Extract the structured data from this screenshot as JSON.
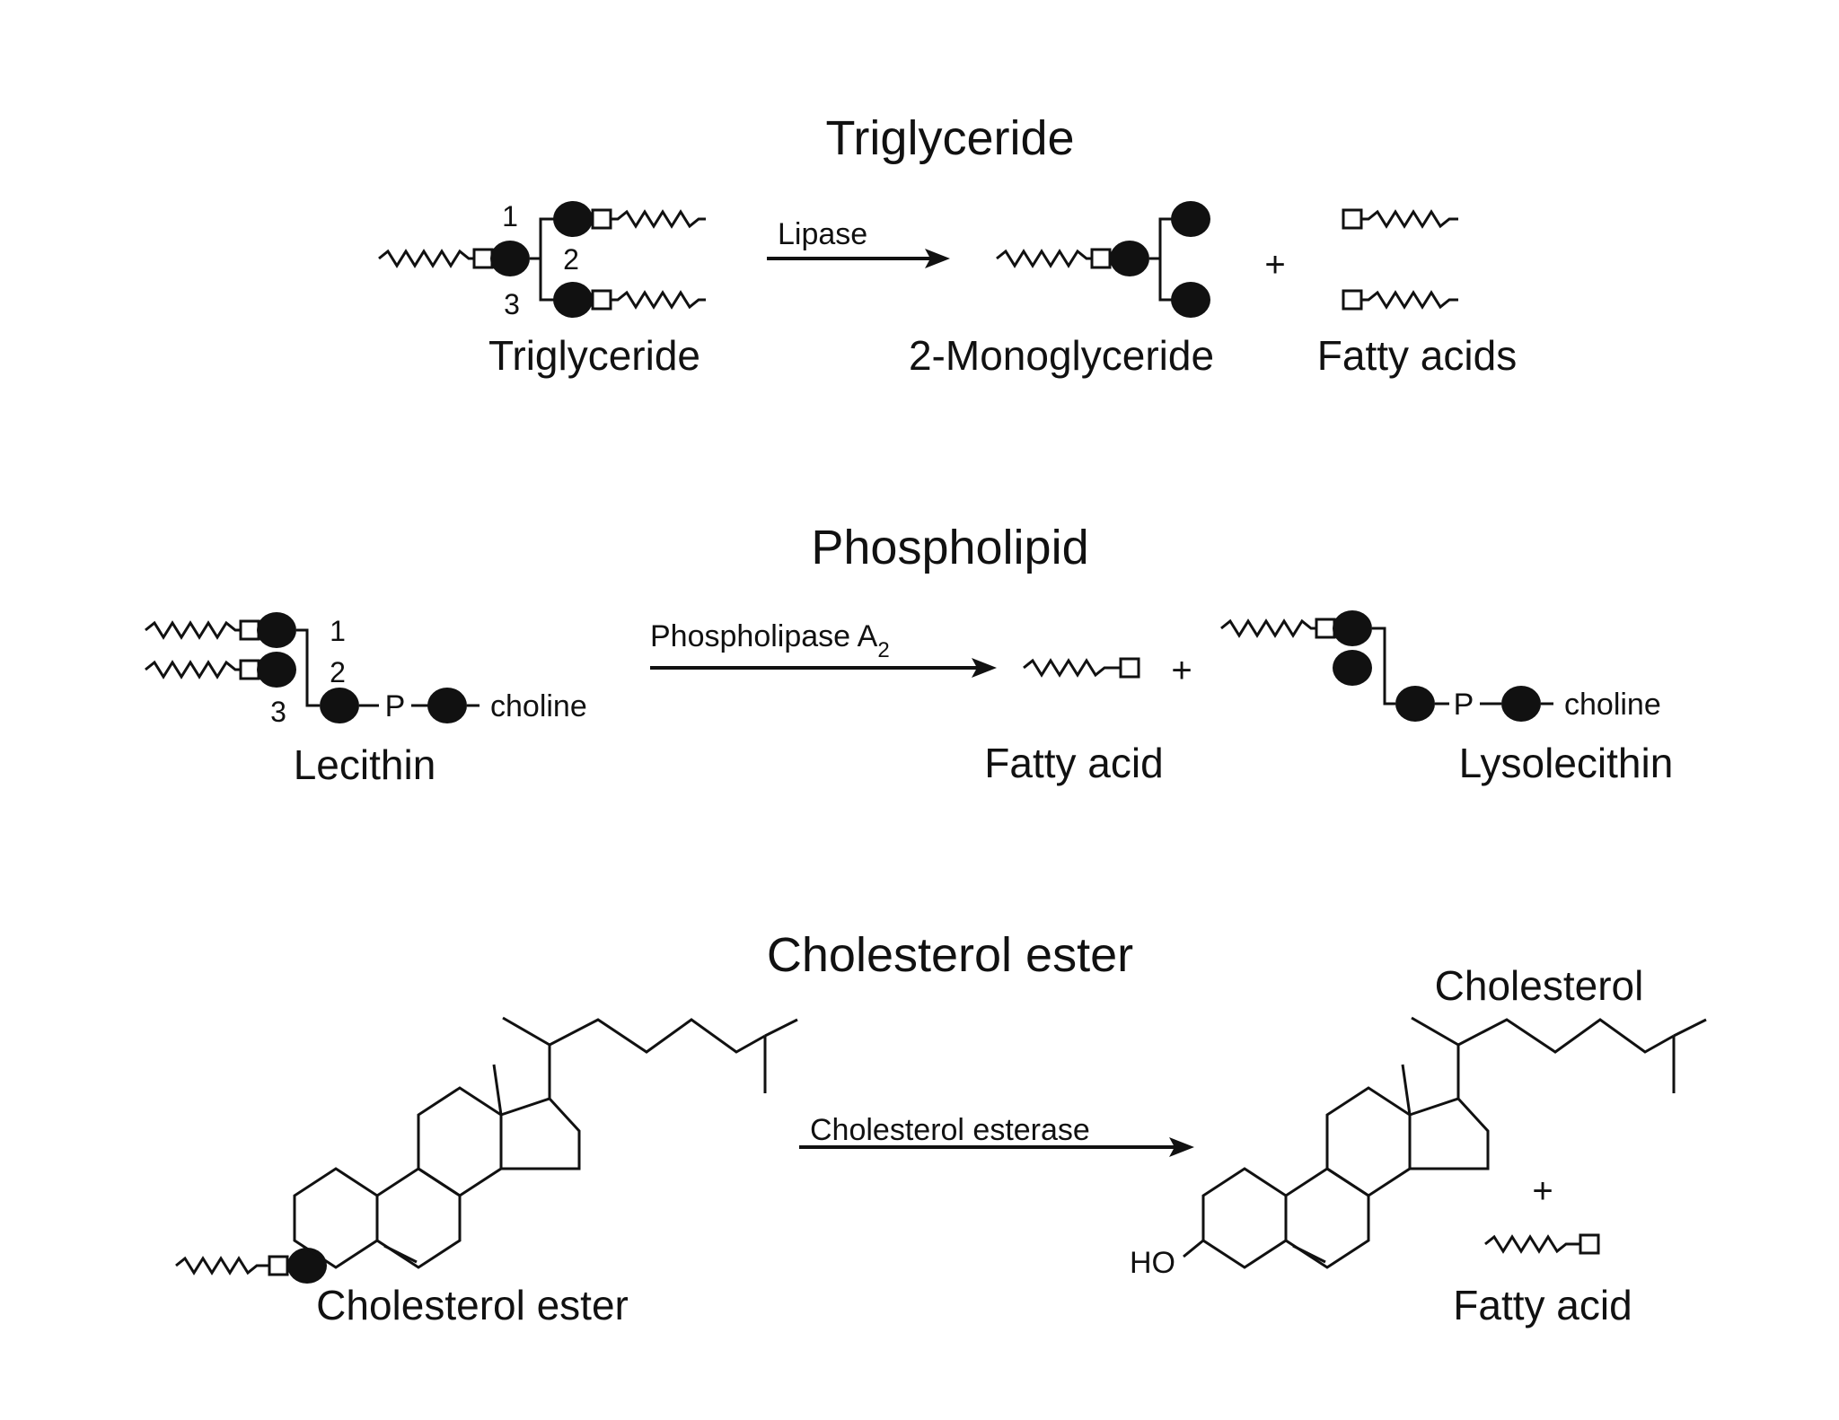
{
  "triglyceride": {
    "title": "Triglyceride",
    "enzyme": "Lipase",
    "substrate_label": "Triglyceride",
    "product1_label": "2-Monoglyceride",
    "product2_label": "Fatty acids",
    "positions": [
      "1",
      "2",
      "3"
    ],
    "plus": "+"
  },
  "phospholipid": {
    "title": "Phospholipid",
    "enzyme": "Phospholipase A",
    "enzyme_subscript": "2",
    "substrate_label": "Lecithin",
    "product1_label": "Fatty acid",
    "product2_label": "Lysolecithin",
    "positions": [
      "1",
      "2",
      "3"
    ],
    "phosphate": "P",
    "headgroup": "choline",
    "plus": "+"
  },
  "cholesterol": {
    "title": "Cholesterol ester",
    "enzyme": "Cholesterol esterase",
    "substrate_label": "Cholesterol ester",
    "product1_label": "Cholesterol",
    "product2_label": "Fatty acid",
    "hydroxyl": "HO",
    "plus": "+"
  }
}
